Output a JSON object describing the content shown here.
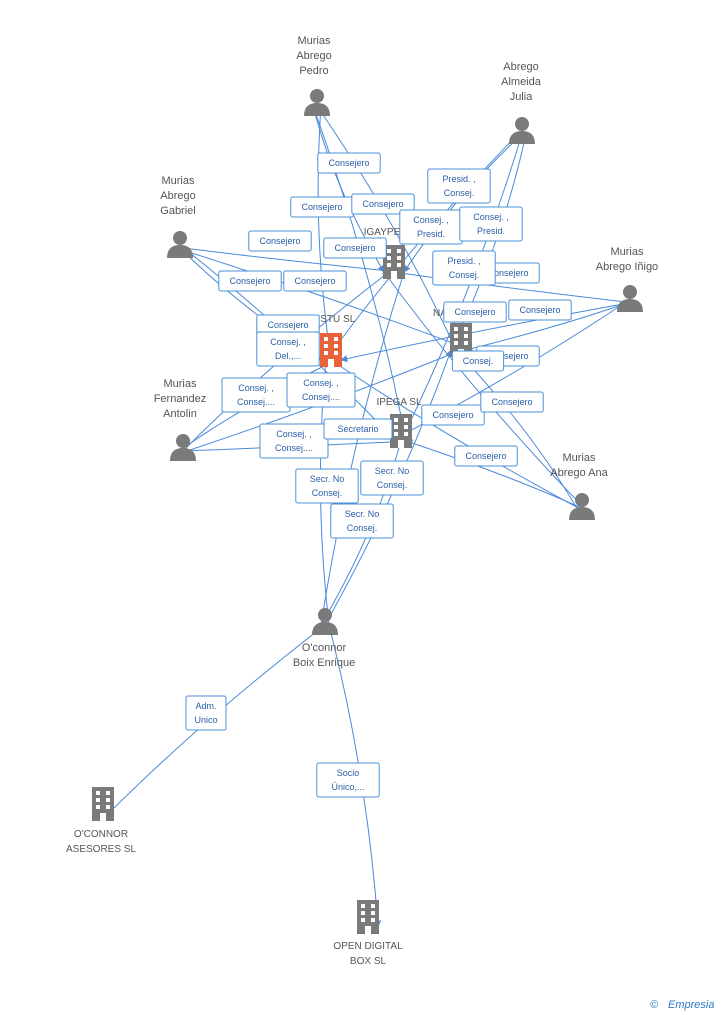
{
  "colors": {
    "edge": "#4a8ad9",
    "person": "#7a7a7a",
    "company": "#7a7a7a",
    "focus_company": "#e8623a",
    "label_text": "#555555",
    "edge_text": "#2a5fa8"
  },
  "nodes": [
    {
      "id": "murias_abrego_pedro",
      "kind": "person",
      "label": [
        "Murias",
        "Abrego",
        "Pedro"
      ]
    },
    {
      "id": "abrego_almeida_julia",
      "kind": "person",
      "label": [
        "Abrego",
        "Almeida",
        "Julia"
      ]
    },
    {
      "id": "murias_abrego_gabriel",
      "kind": "person",
      "label": [
        "Murias",
        "Abrego",
        "Gabriel"
      ]
    },
    {
      "id": "murias_abrego_inigo",
      "kind": "person",
      "label": [
        "Murias",
        "Abrego Iñigo"
      ]
    },
    {
      "id": "murias_fernandez_antolin",
      "kind": "person",
      "label": [
        "Murias",
        "Fernandez",
        "Antolin"
      ]
    },
    {
      "id": "murias_abrego_ana",
      "kind": "person",
      "label": [
        "Murias",
        "Abrego Ana"
      ]
    },
    {
      "id": "oconnor_boix_enrique",
      "kind": "person",
      "label": [
        "O'connor",
        "Boix Enrique"
      ]
    },
    {
      "id": "igaype",
      "kind": "company",
      "label": [
        "IGAYPE"
      ]
    },
    {
      "id": "na",
      "kind": "company",
      "label": [
        "NA"
      ]
    },
    {
      "id": "txistu",
      "kind": "focus",
      "label": [
        "TXISTU SL"
      ]
    },
    {
      "id": "ipega",
      "kind": "company",
      "label": [
        "IPEGA SL"
      ]
    },
    {
      "id": "oconnor_asesores",
      "kind": "company",
      "label": [
        "O'CONNOR",
        "ASESORES SL"
      ]
    },
    {
      "id": "open_digital",
      "kind": "company",
      "label": [
        "OPEN DIGITAL",
        "BOX SL"
      ]
    }
  ],
  "edge_labels": [
    [
      "Consejero"
    ],
    [
      "Consejero"
    ],
    [
      "Consejero"
    ],
    [
      "Consejero"
    ],
    [
      "Consejero"
    ],
    [
      "Consejero"
    ],
    [
      "Consejero"
    ],
    [
      "Consejero"
    ],
    [
      "Consejero"
    ],
    [
      "Consejero"
    ],
    [
      "Consejero"
    ],
    [
      "Consejero"
    ],
    [
      "Consejero"
    ],
    [
      "Consejero"
    ],
    [
      "Consejero"
    ],
    [
      "Presid. ,",
      "Consej."
    ],
    [
      "Consej. ,",
      "Presid."
    ],
    [
      "Consej. ,",
      "Presid."
    ],
    [
      "Presid. ,",
      "Consej."
    ],
    [
      "Consej. ,",
      "Del.,..."
    ],
    [
      "Consej. ,",
      "Consej...."
    ],
    [
      "Consej. ,",
      "Consej...."
    ],
    [
      "Consej. ,",
      "Consej...."
    ],
    [
      "Consej."
    ],
    [
      "Secretario"
    ],
    [
      "Secr.  No",
      "Consej."
    ],
    [
      "Secr.  No",
      "Consej."
    ],
    [
      "Secr.  No",
      "Consej."
    ],
    [
      "Adm.",
      "Unico"
    ],
    [
      "Socio",
      "Único,..."
    ]
  ],
  "watermark": {
    "copyright": "©",
    "brand": "Empresia"
  }
}
